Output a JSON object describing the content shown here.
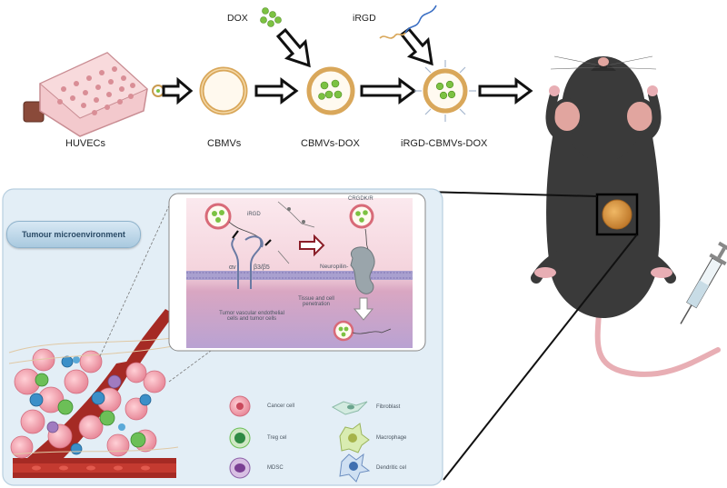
{
  "pipeline": {
    "huvecs": "HUVECs",
    "cbmvs": "CBMVs",
    "cbmvs_dox": "CBMVs-DOX",
    "irgd_cbmvs_dox": "iRGD-CBMVs-DOX",
    "dox": "DOX",
    "irgd": "iRGD"
  },
  "tme": {
    "title": "Tumour microenvironment"
  },
  "inset": {
    "irgd_short": "iRGD",
    "cryptic": "CRGDK/R",
    "alpha_v": "αv",
    "beta": "β3/β5",
    "neuropilin": "Neuropilin-",
    "tumor_cells": "Tumor vascular endothelial cells and tumor cells",
    "penetration": "Tissue and cell penetration"
  },
  "legend": {
    "cancer_cell": "Cancer cell",
    "treg_cell": "Treg cel",
    "mdsc": "MDSC",
    "fibroblast": "Fibroblast",
    "macrophage": "Macrophage",
    "dendritic_cell": "Dendritic cel"
  },
  "colors": {
    "arrow": "#111111",
    "vesicle_ring": "#e0b46a",
    "drug": "#7cc242",
    "panel_bg": "#e3eef6",
    "mouse": "#3a3a3a",
    "tumor": "#d99a48",
    "vessel": "#a52a24"
  }
}
